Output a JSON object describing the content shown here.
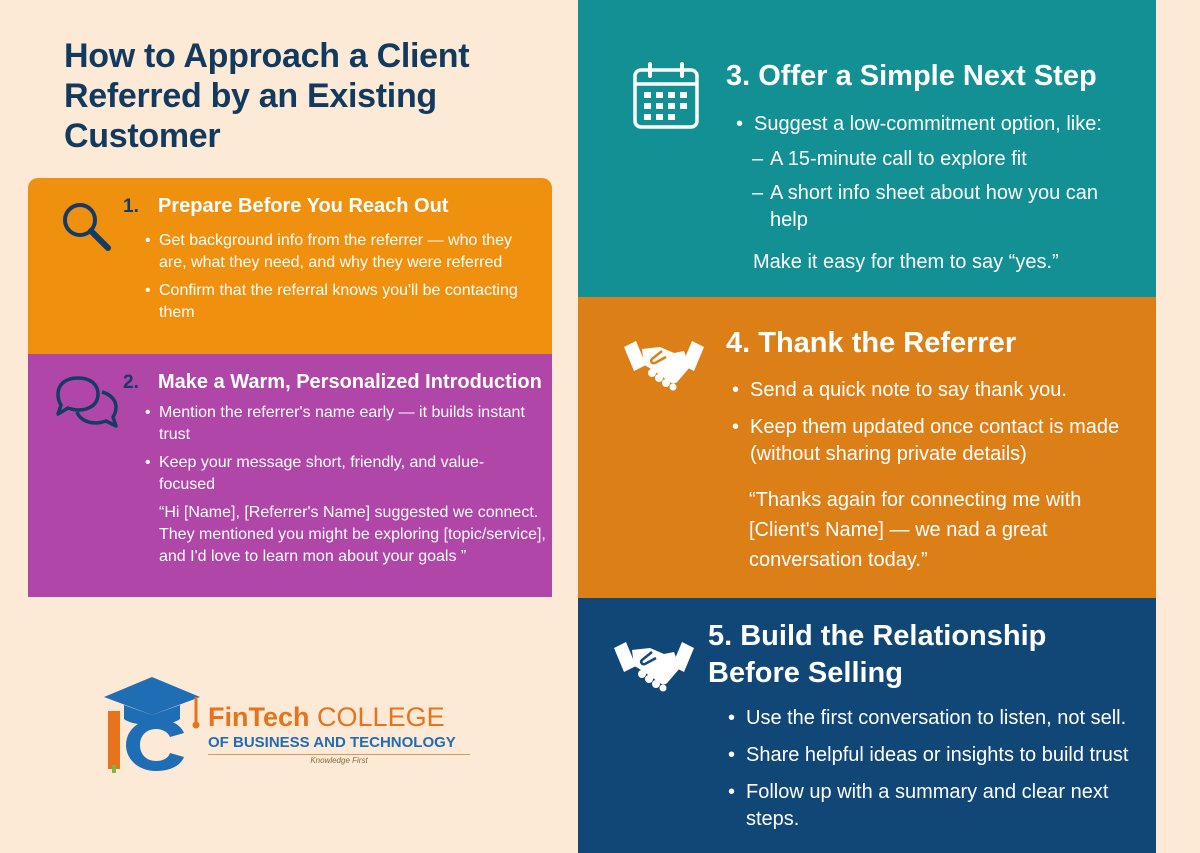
{
  "title": "How to Approach a Client Referred by an Existing Customer",
  "steps": {
    "s1": {
      "number": "1.",
      "heading": "Prepare Before You Reach Out",
      "icon": "magnifier-icon",
      "bullets": [
        "Get background info from the referrer — who they are, what they need, and why they were referred",
        "Confirm that the referral knows you'll be contacting them"
      ]
    },
    "s2": {
      "number": "2.",
      "heading": "Make a Warm, Personalized Introduction",
      "icon": "chat-bubbles-icon",
      "bullets": [
        "Mention the referrer's name early — it builds instant trust",
        "Keep your message short, friendly, and value-focused"
      ],
      "quote": "“Hi [Name], [Referrer's Name] suggested we connect. They mentioned you might be exploring [topic/service], and I'd love to learn mon about your goals ”"
    },
    "s3": {
      "heading": "3. Offer a Simple Next Step",
      "icon": "calendar-icon",
      "bullet": "Suggest a low-commitment option, like:",
      "subitems": [
        "A 15-minute call to explore fit",
        "A short info sheet about how you can help"
      ],
      "note": "Make it easy for them to say “yes.”"
    },
    "s4": {
      "heading": "4. Thank the Referrer",
      "icon": "handshake-icon",
      "bullets": [
        "Send a quick note to say thank you.",
        "Keep them updated once contact is made (without sharing private details)"
      ],
      "quote": "“Thanks again for connecting me with [Client's Name] — we nad a great conversation today.”"
    },
    "s5": {
      "heading": "5. Build the Relationship Before Selling",
      "icon": "handshake-icon",
      "bullets": [
        "Use the first conversation to listen, not sell.",
        "Share helpful ideas or insights to build trust",
        "Follow up with a summary and clear next steps."
      ]
    }
  },
  "logo": {
    "name_bold": "FinTech",
    "name_rest": "COLLEGE",
    "line2": "OF BUSINESS AND TECHNOLOGY",
    "tagline": "Knowledge First"
  },
  "colors": {
    "background": "#fce9d6",
    "title": "#12395e",
    "step1": "#f0900f",
    "step2": "#b046a8",
    "step3": "#129093",
    "step4": "#dd7f17",
    "step5": "#104776"
  }
}
